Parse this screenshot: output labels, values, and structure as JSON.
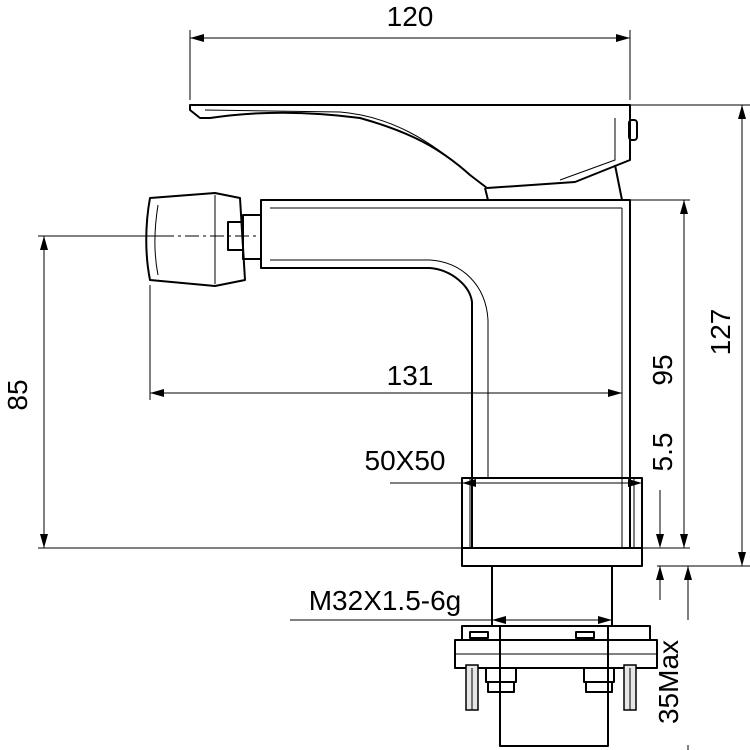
{
  "dimensions": {
    "top_width": "120",
    "spout_length": "131",
    "height_total": "127",
    "body_height": "95",
    "spout_height": "85",
    "base_gap": "5.5",
    "base_size": "50X50",
    "thread": "M32X1.5-6g",
    "max_thickness": "35Max"
  }
}
